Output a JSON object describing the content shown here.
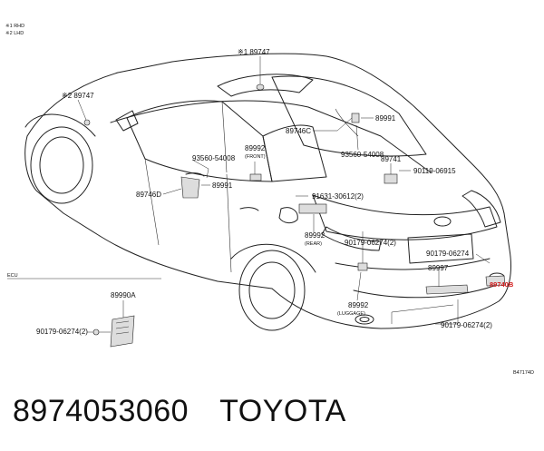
{
  "legend": {
    "note1": "※1 RHD",
    "note2": "※2 LHD"
  },
  "labels": {
    "n89747_top": "※1 89747",
    "n89747_side": "※2 89747",
    "n89746C": "89746C",
    "n89991_roof": "89991",
    "n93560_roof": "93560-54008",
    "n89741": "89741",
    "n90119": "90119-06915",
    "n89992_front": "89992",
    "n89992_front_sub": "(FRONT)",
    "n93560_door": "93560-54008",
    "n89746D": "89746D",
    "n89991_door": "89991",
    "n91631": "91631-30612(2)",
    "n89992_rear": "89992",
    "n89992_rear_sub": "(REAR)",
    "n90179_a": "90179-06274(2)",
    "n90179_b": "90179-06274",
    "n89997": "89997",
    "n89992_luggage": "89992",
    "n89992_luggage_sub": "(LUGGAGE)",
    "n90179_c": "90179-06274(2)",
    "highlight": "89740B",
    "ecu_title": "ECU",
    "n89990A": "89990A",
    "n90179_ecu": "90179-06274(2)",
    "fig_code": "B47174D"
  },
  "caption": {
    "part_number": "8974053060",
    "brand": "TOYOTA"
  },
  "colors": {
    "highlight": "#d21a1a",
    "line": "#222222"
  }
}
